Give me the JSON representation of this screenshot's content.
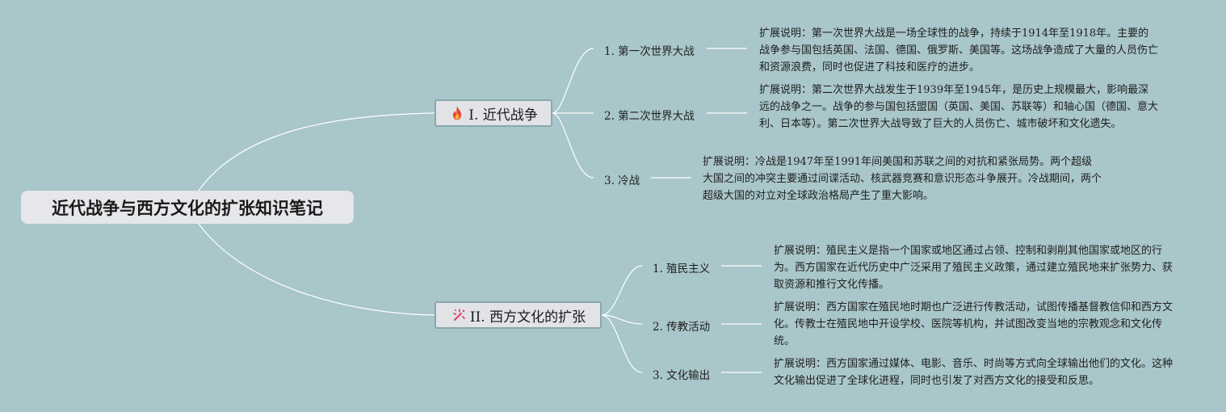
{
  "root": {
    "title": "近代战争与西方文化的扩张知识笔记"
  },
  "branches": [
    {
      "label": "I. 近代战争",
      "icon": "fire-icon",
      "children": [
        {
          "label": "1. 第一次世界大战",
          "note": "扩展说明：第一次世界大战是一场全球性的战争，持续于1914年至1918年。主要的战争参与国包括英国、法国、德国、俄罗斯、美国等。这场战争造成了大量的人员伤亡和资源浪费，同时也促进了科技和医疗的进步。"
        },
        {
          "label": "2. 第二次世界大战",
          "note": "扩展说明：第二次世界大战发生于1939年至1945年，是历史上规模最大，影响最深远的战争之一。战争的参与国包括盟国（英国、美国、苏联等）和轴心国（德国、意大利、日本等）。第二次世界大战导致了巨大的人员伤亡、城市破坏和文化遗失。"
        },
        {
          "label": "3. 冷战",
          "note": "扩展说明：冷战是1947年至1991年间美国和苏联之间的对抗和紧张局势。两个超级大国之间的冲突主要通过间谍活动、核武器竞赛和意识形态斗争展开。冷战期间，两个超级大国的对立对全球政治格局产生了重大影响。"
        }
      ]
    },
    {
      "label": "II. 西方文化的扩张",
      "icon": "sparkle-wand-icon",
      "children": [
        {
          "label": "1. 殖民主义",
          "note": "扩展说明：殖民主义是指一个国家或地区通过占领、控制和剥削其他国家或地区的行为。西方国家在近代历史中广泛采用了殖民主义政策，通过建立殖民地来扩张势力、获取资源和推行文化传播。"
        },
        {
          "label": "2. 传教活动",
          "note": "扩展说明：西方国家在殖民地时期也广泛进行传教活动，试图传播基督教信仰和西方文化。传教士在殖民地中开设学校、医院等机构，并试图改变当地的宗教观念和文化传统。"
        },
        {
          "label": "3. 文化输出",
          "note": "扩展说明：西方国家通过媒体、电影、音乐、时尚等方式向全球输出他们的文化。这种文化输出促进了全球化进程，同时也引发了对西方文化的接受和反思。"
        }
      ]
    }
  ],
  "colors": {
    "background": "#a9c6ca",
    "line": "#ffffff",
    "topic_border": "#8aa8ac"
  }
}
